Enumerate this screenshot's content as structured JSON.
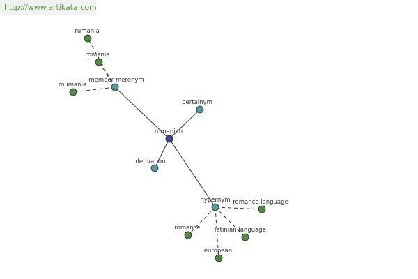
{
  "watermark": "http://www.artikata.com",
  "colors": {
    "root": "#3b4a8c",
    "relation": "#4f9a9a",
    "leaf": "#4f8a3f"
  },
  "nodes": {
    "romanian": "romanian",
    "member_meronym": "member meronym",
    "rumania": "rumania",
    "romania": "romania",
    "roumania": "roumania",
    "pertainym": "pertainym",
    "derivation": "derivation",
    "hypernym": "hypernym",
    "romance_language": "romance language",
    "romance": "romance",
    "latinian_language": "latinian language",
    "european": "european"
  }
}
